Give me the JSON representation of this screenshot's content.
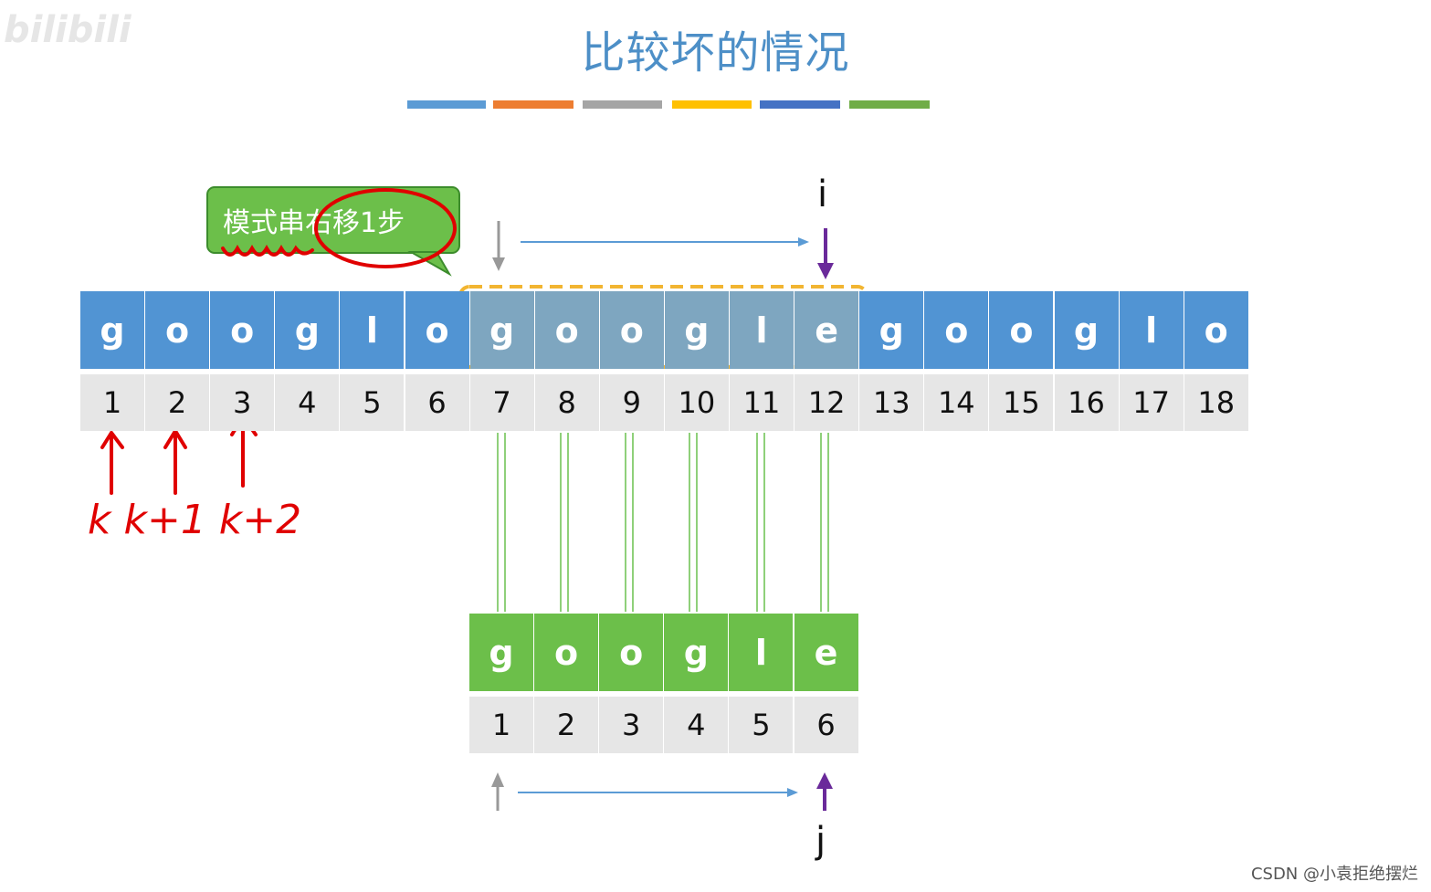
{
  "watermark": "bilibili",
  "title": "比较坏的情况",
  "title_bar_colors": [
    "#5b9bd5",
    "#ed7d31",
    "#a5a5a5",
    "#ffc000",
    "#4472c4",
    "#70ad47"
  ],
  "callout": {
    "text": "模式串右移1步"
  },
  "pointers": {
    "i_label": "i",
    "j_label": "j"
  },
  "text_chars": [
    "g",
    "o",
    "o",
    "g",
    "l",
    "o",
    "g",
    "o",
    "o",
    "g",
    "l",
    "e",
    "g",
    "o",
    "o",
    "g",
    "l",
    "o"
  ],
  "text_indices": [
    "1",
    "2",
    "3",
    "4",
    "5",
    "6",
    "7",
    "8",
    "9",
    "10",
    "11",
    "12",
    "13",
    "14",
    "15",
    "16",
    "17",
    "18"
  ],
  "pattern_chars": [
    "g",
    "o",
    "o",
    "g",
    "l",
    "e"
  ],
  "pattern_indices": [
    "1",
    "2",
    "3",
    "4",
    "5",
    "6"
  ],
  "annotations": {
    "handwritten": "k k+1 k+2"
  },
  "colors": {
    "text_cell": "#5194d3",
    "text_highlight": "#7ea6c0",
    "pattern_cell": "#6cbf4a",
    "pointer_purple": "#6a2a9a",
    "dashed_box": "#f2b531",
    "ink_red": "#e00000"
  },
  "footer": "CSDN @小袁拒绝摆烂"
}
